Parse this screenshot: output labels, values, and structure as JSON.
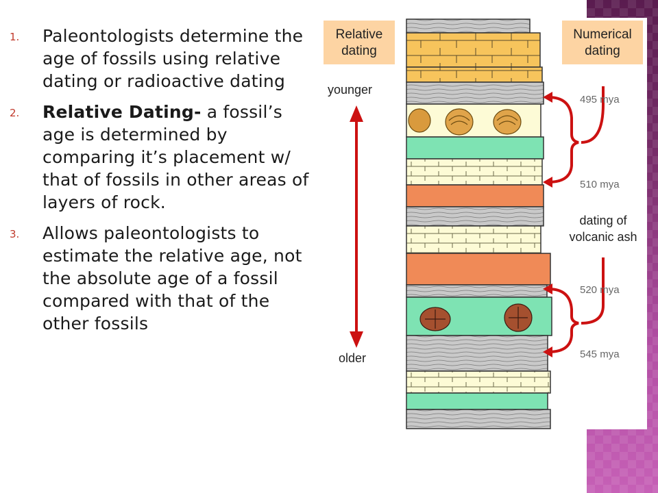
{
  "bullets": [
    {
      "number": "1.",
      "bold": "",
      "text": "Paleontologists determine the age of fossils using relative dating or radioactive dating"
    },
    {
      "number": "2.",
      "bold": "Relative Dating-",
      "text": " a fossil’s age is determined by comparing it’s placement w/ that of fossils in other areas of layers of rock."
    },
    {
      "number": "3.",
      "bold": "",
      "text": "Allows paleontologists to estimate the relative age, not the absolute age of a fossil compared with that of the other fossils"
    }
  ],
  "figure": {
    "relative_label_1": "Relative",
    "relative_label_2": "dating",
    "numerical_label_1": "Numerical",
    "numerical_label_2": "dating",
    "younger": "younger",
    "older": "older",
    "ages": [
      "495 mya",
      "510 mya",
      "520 mya",
      "545 mya"
    ],
    "ash_label_1": "dating of",
    "ash_label_2": "volcanic ash",
    "colors": {
      "label_box": "#fdd4a3",
      "arrow": "#cc1111",
      "sandstone": "#f7c45c",
      "shale": "#c9c9c9",
      "ash_green": "#7ee3b3",
      "orange": "#f08a57",
      "cream": "#fdfbd6"
    }
  }
}
